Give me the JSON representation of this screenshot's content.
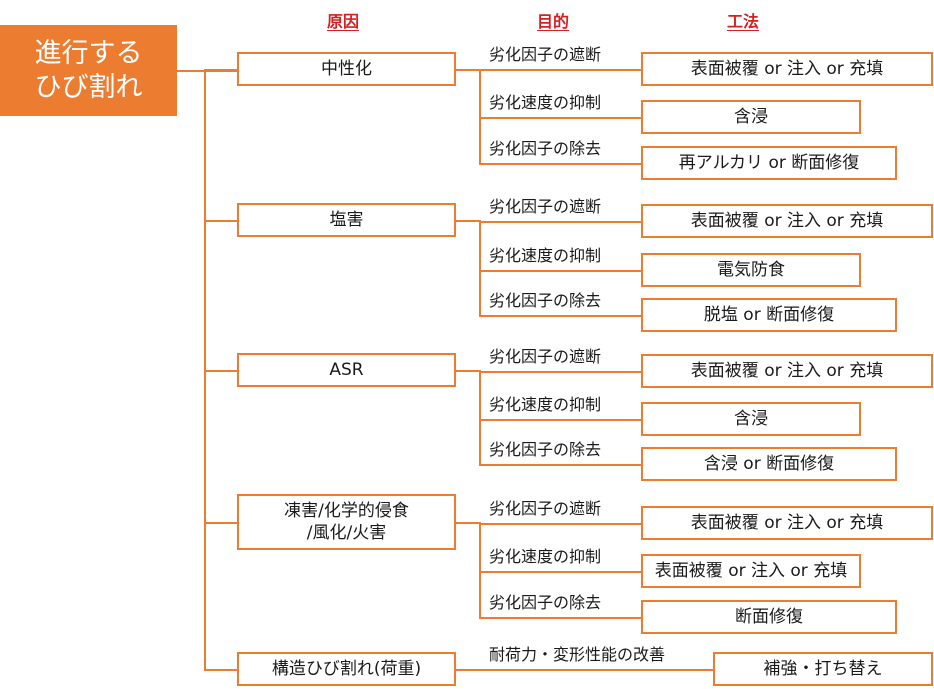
{
  "headers": {
    "cause": "原因",
    "purpose": "目的",
    "method": "工法"
  },
  "root": {
    "line1": "進行する",
    "line2": "ひび割れ"
  },
  "causes": [
    {
      "line1": "中性化",
      "line2": "",
      "purposes": [
        "劣化因子の遮断",
        "劣化速度の抑制",
        "劣化因子の除去"
      ],
      "methods": [
        "表面被覆 or 注入 or 充填",
        "含浸",
        "再アルカリ or 断面修復"
      ]
    },
    {
      "line1": "塩害",
      "line2": "",
      "purposes": [
        "劣化因子の遮断",
        "劣化速度の抑制",
        "劣化因子の除去"
      ],
      "methods": [
        "表面被覆 or 注入 or 充填",
        "電気防食",
        "脱塩 or 断面修復"
      ]
    },
    {
      "line1": "ASR",
      "line2": "",
      "purposes": [
        "劣化因子の遮断",
        "劣化速度の抑制",
        "劣化因子の除去"
      ],
      "methods": [
        "表面被覆 or 注入 or 充填",
        "含浸",
        "含浸 or 断面修復"
      ]
    },
    {
      "line1": "凍害/化学的侵食",
      "line2": "/風化/火害",
      "purposes": [
        "劣化因子の遮断",
        "劣化速度の抑制",
        "劣化因子の除去"
      ],
      "methods": [
        "表面被覆 or 注入 or 充填",
        "表面被覆 or 注入 or 充填",
        "断面修復"
      ]
    },
    {
      "line1": "構造ひび割れ(荷重)",
      "line2": "",
      "purposes": [
        "耐荷力・変形性能の改善"
      ],
      "methods": [
        "補強・打ち替え"
      ]
    }
  ]
}
